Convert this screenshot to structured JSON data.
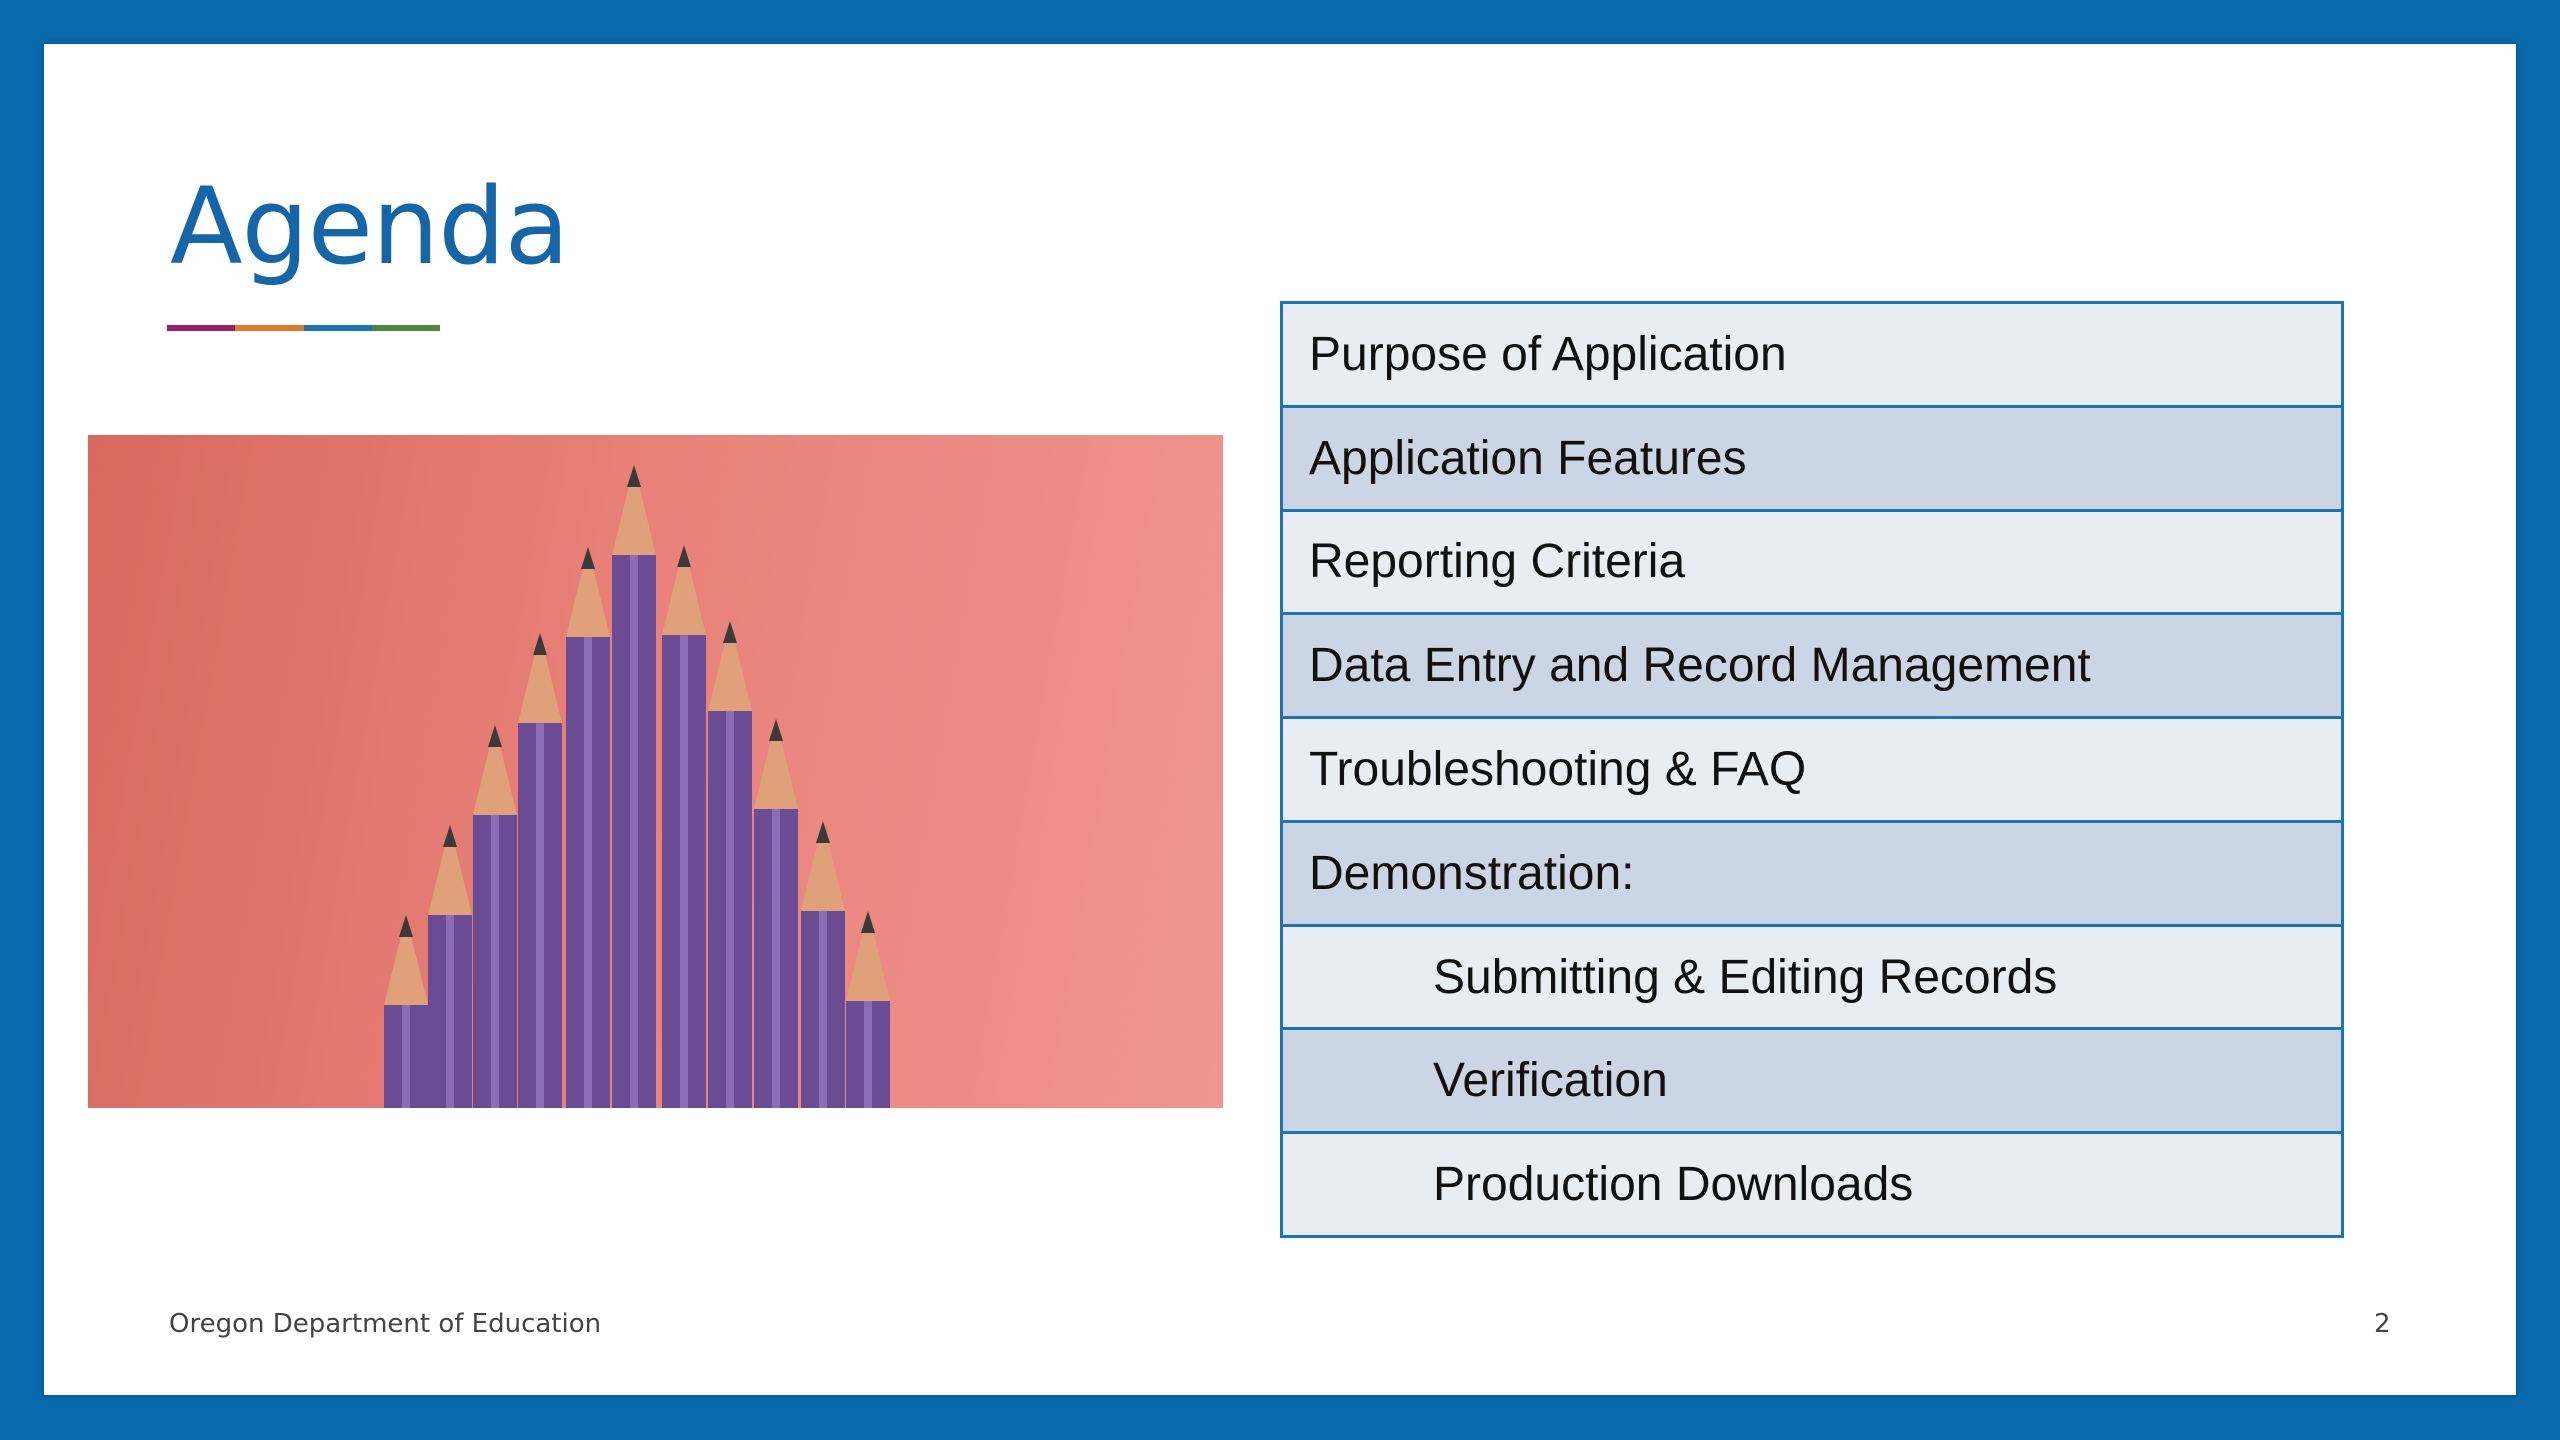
{
  "slide": {
    "title": "Agenda",
    "rule_colors": [
      "#9b1f6b",
      "#e07b25",
      "#1a74b9",
      "#4a8a3a"
    ],
    "image": {
      "description_icon": "pencils-photo-icon",
      "background_color": "#e88178",
      "pencil_color": "#6a4b94"
    },
    "agenda": [
      {
        "label": "Purpose of Application",
        "indent": false
      },
      {
        "label": "Application Features",
        "indent": false
      },
      {
        "label": "Reporting Criteria",
        "indent": false
      },
      {
        "label": "Data Entry and Record Management",
        "indent": false
      },
      {
        "label": "Troubleshooting & FAQ",
        "indent": false
      },
      {
        "label": "Demonstration:",
        "indent": false
      },
      {
        "label": "Submitting & Editing Records",
        "indent": true
      },
      {
        "label": "Verification",
        "indent": true
      },
      {
        "label": "Production Downloads",
        "indent": true
      }
    ],
    "footer": "Oregon Department of Education",
    "page_number": "2",
    "accent_color": "#1566a8",
    "frame_color": "#0869ad"
  }
}
